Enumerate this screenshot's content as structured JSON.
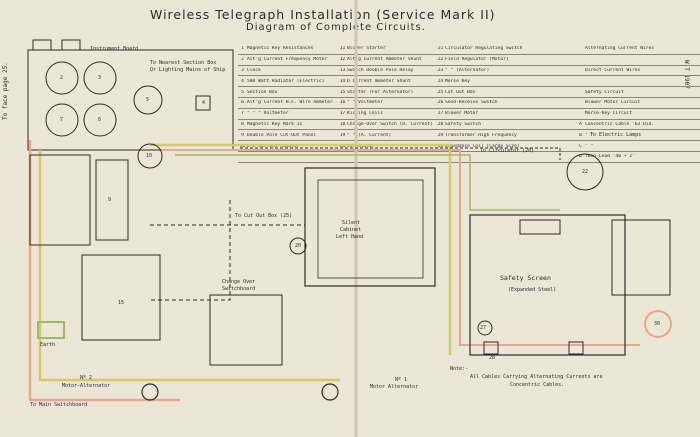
{
  "title": "Wireless Telegraph Installation (Service Mark II)",
  "subtitle": "Diagram of Complete Circuits.",
  "margin_left": "To face page 25.",
  "margin_right": "W T 1907",
  "legend": [
    [
      "1",
      "Magnetic Key Resistances",
      "11",
      "Blower Starter",
      "21",
      "Circulator Regulating Switch",
      "",
      "Alternating Current Wires"
    ],
    [
      "2",
      "Alt'g Current Frequency Meter",
      "12",
      "Alt'g Current Ammeter Shunt",
      "22",
      "Field Regulator (Motor)",
      "",
      ""
    ],
    [
      "3",
      "Clock",
      "13",
      "Switch Double Pole Relay",
      "23",
      "\" \" (Alternator)",
      "",
      "Direct Current Wires"
    ],
    [
      "4",
      "500 Watt Radiator (Electric)",
      "14",
      "D Current Ammeter Shunt",
      "24",
      "Morse Key",
      "",
      ""
    ],
    [
      "5",
      "Section Box",
      "15",
      "Starter (For Alternator)",
      "25",
      "Cut Out Box",
      "",
      "Safety Circuit"
    ],
    [
      "6",
      "Alt'g Current H.F. Wire Ammeter",
      "16",
      "\" \" Voltmeter",
      "26",
      "Send-Receive Switch",
      "",
      "Blower Motor Circuit"
    ],
    [
      "7",
      "\" \" \" Voltmeter",
      "17",
      "Kicking Coils",
      "27",
      "Blower Motor",
      "",
      "Morse-Key Circuit"
    ],
    [
      "8",
      "Magnetic Key Mark II",
      "18",
      "Change-Over Switch (D. Current)",
      "28",
      "Safety Switch",
      "A",
      "Concentric Cable '63 Dia."
    ],
    [
      "9",
      "Double Pole Cut-Out Panel",
      "19",
      "\" \" (A. Current)",
      "29",
      "Transformer High Frequency",
      "B",
      "\" \""
    ],
    [
      "10",
      "D.C Current Ammeter",
      "20",
      "Circulator",
      "30",
      "Impedance Coil (Large Size)",
      "C",
      "\" \""
    ],
    [
      "",
      "",
      "",
      "",
      "",
      "",
      "D",
      "Twin Lead '40 + 2'"
    ]
  ],
  "labels": {
    "instrument_board": "Instrument Board",
    "to_nearest_section_box": "To Nearest Section Box",
    "or_lighting_mains": "Or Lighting Mains of Ship",
    "to_electric_lamps": "To Electric Lamps",
    "to_circulator": "To Circulator (20)",
    "to_cut_out_box": "To Cut Out Box (25)",
    "silent_cabinet": "Silent",
    "silent_cabinet_2": "Cabinet",
    "silent_cabinet_3": "Left Hand",
    "change_over": "Change Over",
    "switchboard": "Switchboard",
    "safety_screen": "Safety Screen",
    "expanded_steel": "(Expanded Steel)",
    "earth": "Earth",
    "motor_alt_2": "Nº 2",
    "motor_alt_2b": "Motor-Alternator",
    "motor_alt_1": "Nº 1",
    "motor_alt_1b": "Motor Alternator",
    "to_main_switchboard": "To Main Switchboard",
    "note_1": "Note:-",
    "note_2": "All Cables Carrying Alternating Currents are",
    "note_3": "Concentric Cables."
  },
  "numbers": [
    "1",
    "2",
    "3",
    "4",
    "5",
    "6",
    "7",
    "8",
    "9",
    "10",
    "11",
    "12",
    "13",
    "14",
    "15",
    "16",
    "17",
    "18",
    "19",
    "20",
    "21",
    "22",
    "23",
    "24",
    "25",
    "26",
    "27",
    "28",
    "29",
    "30"
  ],
  "colors": {
    "alternating": "#e8a78f",
    "direct": "#d8c86a",
    "safety": "#9fb86a",
    "ink": "#2b2b2b",
    "paper": "#ece6d6"
  }
}
